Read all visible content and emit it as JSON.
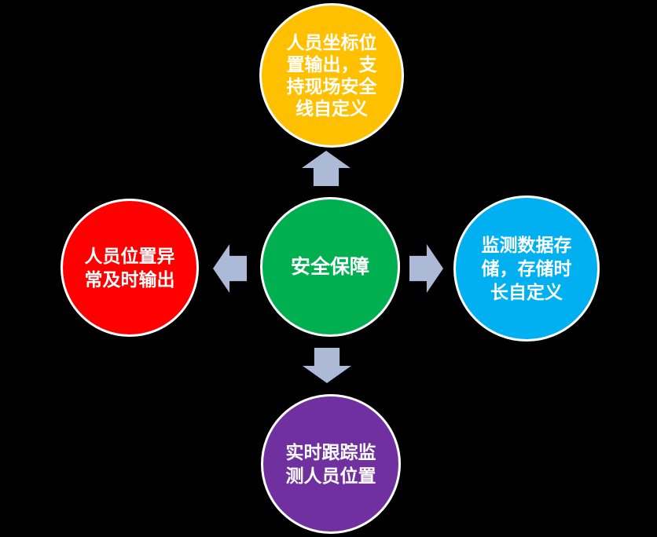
{
  "diagram_type": "radial-hub-spoke",
  "colors": {
    "background": "#000000",
    "border": "#FFFFFF",
    "text": "#FFFFFF",
    "arrow": "#ACB9D7"
  },
  "center_node": {
    "label": "安全保障",
    "color": "#00B050"
  },
  "nodes": {
    "top": {
      "label": "人员坐标位\n置输出，支\n持现场安全\n线自定义",
      "color": "#FFC000"
    },
    "left": {
      "label": "人员位置异\n常及时输出",
      "color": "#FF0000"
    },
    "right": {
      "label": "监测数据存\n储，存储时\n长自定义",
      "color": "#00B0F0"
    },
    "bottom": {
      "label": "实时跟踪监\n测人员位置",
      "color": "#7030A0"
    }
  },
  "arrows": [
    "up",
    "left",
    "right",
    "down"
  ]
}
